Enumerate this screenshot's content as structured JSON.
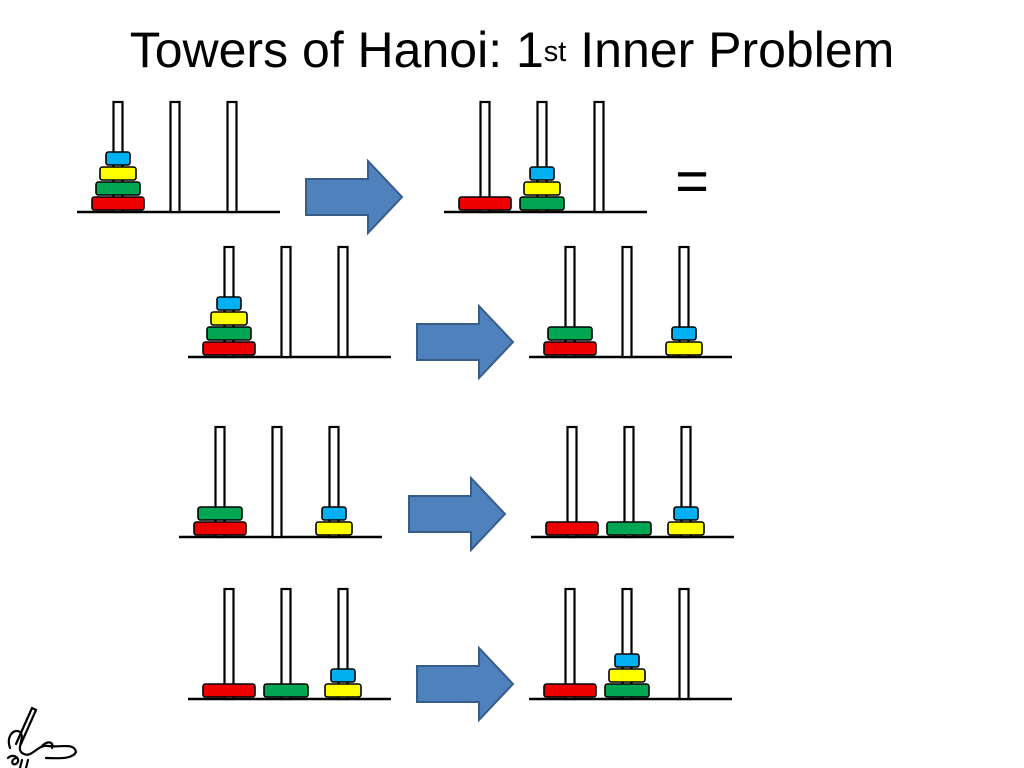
{
  "title": {
    "prefix": "Towers of Hanoi: 1",
    "superscript": "st",
    "suffix": " Inner Problem"
  },
  "equals_symbol": "=",
  "colors": {
    "red": "#ee0000",
    "green": "#00a651",
    "yellow": "#ffff00",
    "blue": "#00b0f0",
    "arrow_fill": "#4f81bd",
    "arrow_stroke": "#385d8a",
    "peg_stroke": "#000000"
  },
  "disks": {
    "red": {
      "size": 4,
      "color": "red"
    },
    "green": {
      "size": 3,
      "color": "green"
    },
    "yellow": {
      "size": 2,
      "color": "yellow"
    },
    "blue": {
      "size": 1,
      "color": "blue"
    }
  },
  "rows": [
    {
      "before": [
        [
          "red",
          "green",
          "yellow",
          "blue"
        ],
        [],
        []
      ],
      "after": [
        [
          "red"
        ],
        [
          "green",
          "yellow",
          "blue"
        ],
        []
      ]
    },
    {
      "before": [
        [
          "red",
          "green",
          "yellow",
          "blue"
        ],
        [],
        []
      ],
      "after": [
        [
          "red",
          "green"
        ],
        [],
        [
          "yellow",
          "blue"
        ]
      ]
    },
    {
      "before": [
        [
          "red",
          "green"
        ],
        [],
        [
          "yellow",
          "blue"
        ]
      ],
      "after": [
        [
          "red"
        ],
        [
          "green"
        ],
        [
          "yellow",
          "blue"
        ]
      ]
    },
    {
      "before": [
        [
          "red"
        ],
        [
          "green"
        ],
        [
          "yellow",
          "blue"
        ]
      ],
      "after": [
        [
          "red"
        ],
        [
          "green",
          "yellow",
          "blue"
        ],
        []
      ]
    }
  ],
  "logo": {
    "name": "hand-drawn-signature-logo"
  }
}
